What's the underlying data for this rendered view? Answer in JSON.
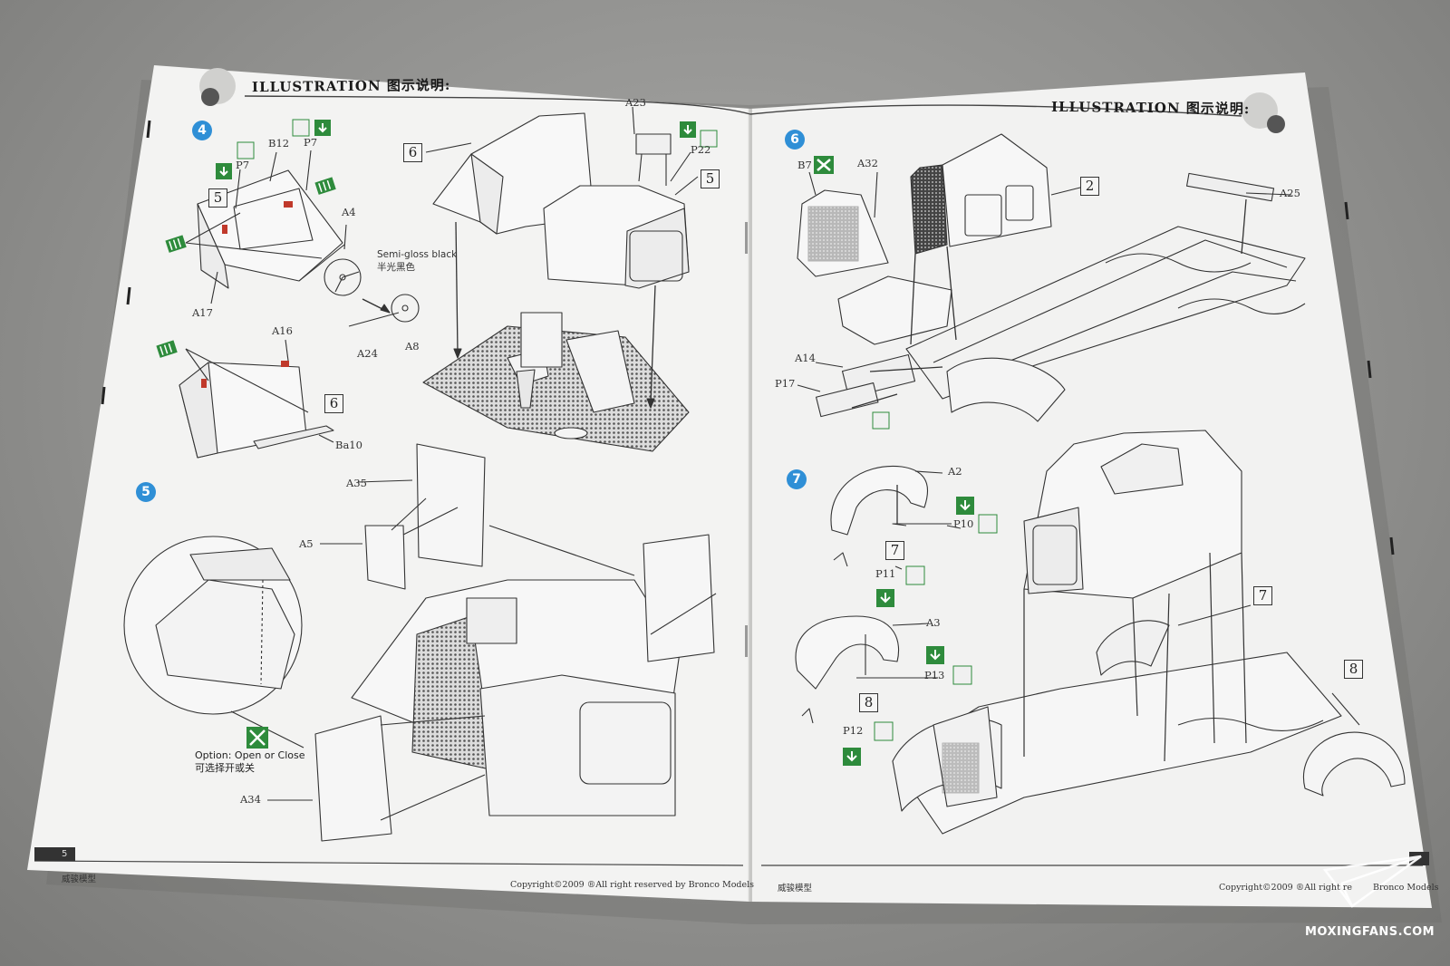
{
  "left_page": {
    "header": "ILLUSTRATION 图示说明:",
    "page_number": "5",
    "footer_left": "威骏模型",
    "footer_copyright": "Copyright©2009  ®All right reserved by Bronco Models",
    "step4": {
      "number": "4",
      "part_labels": [
        "B12",
        "P7",
        "P7",
        "A4",
        "A17",
        "A24",
        "A8",
        "A16",
        "Ba10"
      ],
      "callout_boxes": [
        "5",
        "6"
      ],
      "paint_note": [
        "Semi-gloss black",
        "半光黑色"
      ]
    },
    "center_assembly": {
      "part_labels": [
        "A23",
        "P22"
      ],
      "callout_boxes": [
        "6",
        "5"
      ]
    },
    "step5": {
      "number": "5",
      "part_labels": [
        "A35",
        "A5",
        "A34"
      ],
      "option_note": [
        "Option: Open or Close",
        "可选择开或关"
      ]
    }
  },
  "right_page": {
    "header": "ILLUSTRATION 图示说明:",
    "footer_left": "威骏模型",
    "footer_copyright": "Copyright©2009  ®All right re",
    "footer_copyright_tail": "Bronco Models",
    "step6": {
      "number": "6",
      "part_labels": [
        "B7",
        "A32",
        "A25",
        "A14",
        "P17"
      ],
      "callout_boxes": [
        "2"
      ]
    },
    "step7": {
      "number": "7",
      "part_labels": [
        "A2",
        "P10",
        "P11",
        "A3",
        "P13",
        "P12"
      ],
      "callout_boxes": [
        "7",
        "8",
        "7",
        "8"
      ]
    }
  },
  "watermark": "MOXINGFANS.COM",
  "colors": {
    "paper": "#f4f4f3",
    "ink": "#333333",
    "step_badge": "#2f8fd6",
    "glue_icon": "#2e8b3c",
    "paint_red": "#c0392b"
  }
}
